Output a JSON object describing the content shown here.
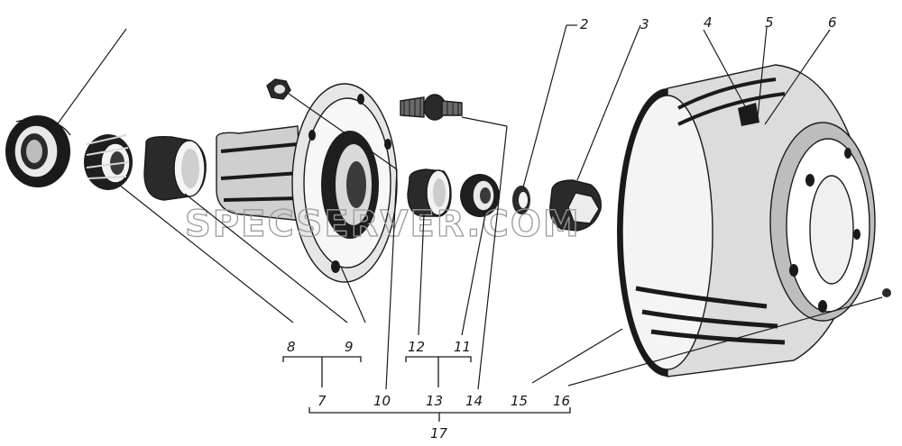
{
  "labels": {
    "n2": "2",
    "n3": "3",
    "n4": "4",
    "n5": "5",
    "n6": "6",
    "n7": "7",
    "n8": "8",
    "n9": "9",
    "n10": "10",
    "n11": "11",
    "n12": "12",
    "n13": "13",
    "n14": "14",
    "n15": "15",
    "n16": "16",
    "n17": "17"
  },
  "watermark": "SPECSERVER.COM"
}
